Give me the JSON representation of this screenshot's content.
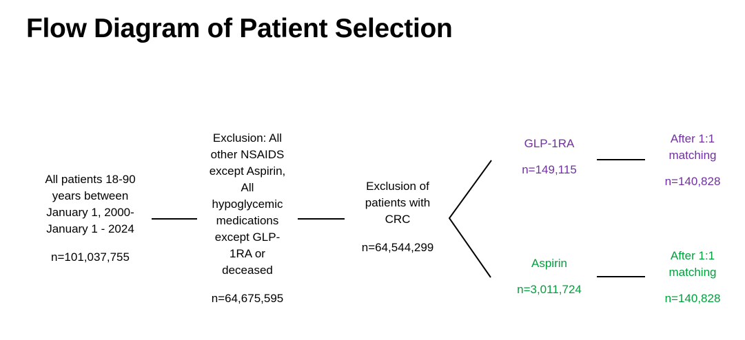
{
  "title": "Flow Diagram of Patient Selection",
  "colors": {
    "text": "#000000",
    "glp1ra_purple": "#7030A0",
    "aspirin_green": "#00A03C",
    "connector": "#000000",
    "background": "#ffffff"
  },
  "nodes": {
    "cohort": {
      "text": "All patients 18-90\nyears between\nJanuary 1, 2000-\nJanuary 1 - 2024",
      "count": "n=101,037,755"
    },
    "exclusion": {
      "text": "Exclusion: All\nother NSAIDS\nexcept Aspirin,\nAll\nhypoglycemic\nmedications\nexcept GLP-\n1RA or\ndeceased",
      "count": "n=64,675,595"
    },
    "crc": {
      "text": "Exclusion of\npatients with\nCRC",
      "count": "n=64,544,299"
    },
    "glp1ra": {
      "text": "GLP-1RA",
      "count": "n=149,115"
    },
    "aspirin": {
      "text": "Aspirin",
      "count": "n=3,011,724"
    },
    "glp_matched": {
      "text": "After 1:1\nmatching",
      "count": "n=140,828"
    },
    "asp_matched": {
      "text": "After 1:1\nmatching",
      "count": "n=140,828"
    }
  }
}
